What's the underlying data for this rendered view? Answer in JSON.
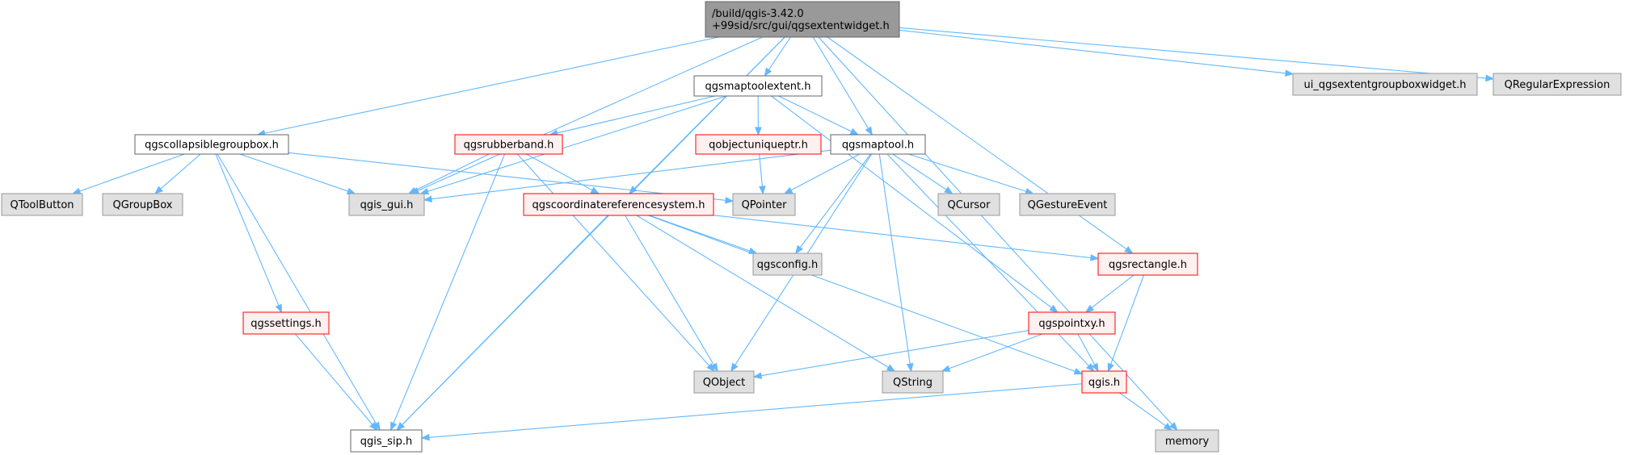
{
  "diagram": {
    "nodes": [
      {
        "id": "root",
        "lines": [
          "/build/qgis-3.42.0",
          "+99sid/src/gui/qgsextentwidget.h"
        ],
        "style": "root"
      },
      {
        "id": "maptoolextent",
        "lines": [
          "qgsmaptoolextent.h"
        ],
        "style": "normal"
      },
      {
        "id": "ui_groupbox",
        "lines": [
          "ui_qgsextentgroupboxwidget.h"
        ],
        "style": "external"
      },
      {
        "id": "qregexp",
        "lines": [
          "QRegularExpression"
        ],
        "style": "external"
      },
      {
        "id": "collapsible",
        "lines": [
          "qgscollapsiblegroupbox.h"
        ],
        "style": "normal"
      },
      {
        "id": "rubberband",
        "lines": [
          "qgsrubberband.h"
        ],
        "style": "truncated"
      },
      {
        "id": "uniqueptr",
        "lines": [
          "qobjectuniqueptr.h"
        ],
        "style": "truncated"
      },
      {
        "id": "maptool",
        "lines": [
          "qgsmaptool.h"
        ],
        "style": "normal"
      },
      {
        "id": "qtoolbutton",
        "lines": [
          "QToolButton"
        ],
        "style": "external"
      },
      {
        "id": "qgroupbox",
        "lines": [
          "QGroupBox"
        ],
        "style": "external"
      },
      {
        "id": "gui",
        "lines": [
          "qgis_gui.h"
        ],
        "style": "external"
      },
      {
        "id": "qpointer",
        "lines": [
          "QPointer"
        ],
        "style": "external"
      },
      {
        "id": "crs",
        "lines": [
          "qgscoordinatereferencesystem.h"
        ],
        "style": "truncated"
      },
      {
        "id": "qcursor",
        "lines": [
          "QCursor"
        ],
        "style": "external"
      },
      {
        "id": "qgesture",
        "lines": [
          "QGestureEvent"
        ],
        "style": "external"
      },
      {
        "id": "config",
        "lines": [
          "qgsconfig.h"
        ],
        "style": "external"
      },
      {
        "id": "rectangle",
        "lines": [
          "qgsrectangle.h"
        ],
        "style": "truncated"
      },
      {
        "id": "settings",
        "lines": [
          "qgssettings.h"
        ],
        "style": "truncated"
      },
      {
        "id": "pointxy",
        "lines": [
          "qgspointxy.h"
        ],
        "style": "truncated"
      },
      {
        "id": "qobject",
        "lines": [
          "QObject"
        ],
        "style": "external"
      },
      {
        "id": "qstring",
        "lines": [
          "QString"
        ],
        "style": "external"
      },
      {
        "id": "qgis",
        "lines": [
          "qgis.h"
        ],
        "style": "truncated"
      },
      {
        "id": "sip",
        "lines": [
          "qgis_sip.h"
        ],
        "style": "normal"
      },
      {
        "id": "memory",
        "lines": [
          "memory"
        ],
        "style": "external"
      }
    ],
    "edges": [
      [
        "root",
        "maptoolextent"
      ],
      [
        "root",
        "ui_groupbox"
      ],
      [
        "root",
        "qregexp"
      ],
      [
        "root",
        "collapsible"
      ],
      [
        "root",
        "gui"
      ],
      [
        "root",
        "sip"
      ],
      [
        "root",
        "crs"
      ],
      [
        "root",
        "maptool"
      ],
      [
        "root",
        "rectangle"
      ],
      [
        "root",
        "memory"
      ],
      [
        "maptoolextent",
        "rubberband"
      ],
      [
        "maptoolextent",
        "uniqueptr"
      ],
      [
        "maptoolextent",
        "maptool"
      ],
      [
        "maptoolextent",
        "gui"
      ],
      [
        "maptoolextent",
        "pointxy"
      ],
      [
        "collapsible",
        "qtoolbutton"
      ],
      [
        "collapsible",
        "qgroupbox"
      ],
      [
        "collapsible",
        "gui"
      ],
      [
        "collapsible",
        "qpointer"
      ],
      [
        "collapsible",
        "settings"
      ],
      [
        "collapsible",
        "sip"
      ],
      [
        "rubberband",
        "gui"
      ],
      [
        "rubberband",
        "crs"
      ],
      [
        "rubberband",
        "qobject"
      ],
      [
        "rubberband",
        "sip"
      ],
      [
        "uniqueptr",
        "qpointer"
      ],
      [
        "maptool",
        "gui"
      ],
      [
        "maptool",
        "qpointer"
      ],
      [
        "maptool",
        "qcursor"
      ],
      [
        "maptool",
        "qgesture"
      ],
      [
        "maptool",
        "config"
      ],
      [
        "maptool",
        "qobject"
      ],
      [
        "maptool",
        "qstring"
      ],
      [
        "maptool",
        "qgis"
      ],
      [
        "crs",
        "config"
      ],
      [
        "crs",
        "rectangle"
      ],
      [
        "crs",
        "qobject"
      ],
      [
        "crs",
        "qstring"
      ],
      [
        "crs",
        "qgis"
      ],
      [
        "crs",
        "sip"
      ],
      [
        "rectangle",
        "pointxy"
      ],
      [
        "rectangle",
        "qgis"
      ],
      [
        "pointxy",
        "qobject"
      ],
      [
        "pointxy",
        "qstring"
      ],
      [
        "pointxy",
        "qgis"
      ],
      [
        "settings",
        "sip"
      ],
      [
        "qgis",
        "sip"
      ],
      [
        "qgis",
        "memory"
      ]
    ]
  },
  "colors": {
    "edge": "#63b8ff",
    "root_fill": "#999999",
    "root_stroke": "#666666",
    "normal_fill": "#ffffff",
    "normal_stroke": "#666666",
    "external_fill": "#e0e0e0",
    "external_stroke": "#999999",
    "truncated_fill": "#fff0f0",
    "truncated_stroke": "#ff0000"
  }
}
